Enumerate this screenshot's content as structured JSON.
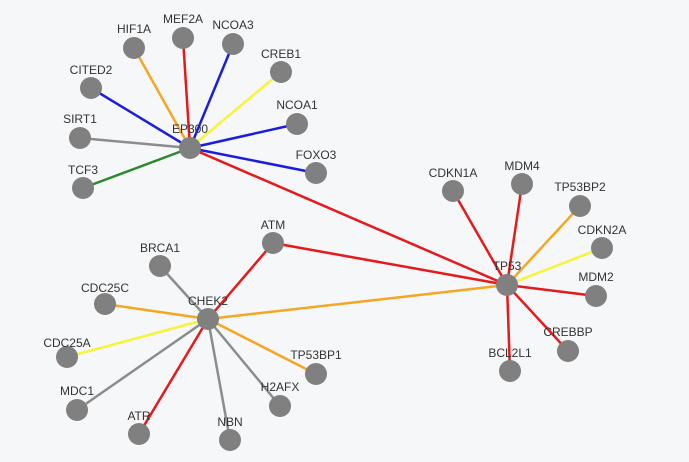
{
  "colors": {
    "background": "#f6f7f9",
    "node": "#808080",
    "label": "#333333",
    "edge_red": "#e41a1c",
    "edge_blue": "#1c1cdc",
    "edge_orange": "#f5a623",
    "edge_yellow": "#f5f53a",
    "edge_gray": "#8c8c8c",
    "edge_green": "#2a8a2a"
  },
  "nodes": [
    {
      "id": "EP300",
      "label": "EP300",
      "hub": true
    },
    {
      "id": "HIF1A",
      "label": "HIF1A"
    },
    {
      "id": "MEF2A",
      "label": "MEF2A"
    },
    {
      "id": "NCOA3",
      "label": "NCOA3"
    },
    {
      "id": "CREB1",
      "label": "CREB1"
    },
    {
      "id": "CITED2",
      "label": "CITED2"
    },
    {
      "id": "NCOA1",
      "label": "NCOA1"
    },
    {
      "id": "SIRT1",
      "label": "SIRT1"
    },
    {
      "id": "FOXO3",
      "label": "FOXO3"
    },
    {
      "id": "TCF3",
      "label": "TCF3"
    },
    {
      "id": "TP53",
      "label": "TP53",
      "hub": true
    },
    {
      "id": "CDKN1A",
      "label": "CDKN1A"
    },
    {
      "id": "MDM4",
      "label": "MDM4"
    },
    {
      "id": "TP53BP2",
      "label": "TP53BP2"
    },
    {
      "id": "CDKN2A",
      "label": "CDKN2A"
    },
    {
      "id": "MDM2",
      "label": "MDM2"
    },
    {
      "id": "CREBBP",
      "label": "CREBBP"
    },
    {
      "id": "BCL2L1",
      "label": "BCL2L1"
    },
    {
      "id": "ATM",
      "label": "ATM"
    },
    {
      "id": "CHEK2",
      "label": "CHEK2",
      "hub": true
    },
    {
      "id": "BRCA1",
      "label": "BRCA1"
    },
    {
      "id": "CDC25C",
      "label": "CDC25C"
    },
    {
      "id": "CDC25A",
      "label": "CDC25A"
    },
    {
      "id": "MDC1",
      "label": "MDC1"
    },
    {
      "id": "ATR",
      "label": "ATR"
    },
    {
      "id": "NBN",
      "label": "NBN"
    },
    {
      "id": "H2AFX",
      "label": "H2AFX"
    },
    {
      "id": "TP53BP1",
      "label": "TP53BP1"
    }
  ],
  "edges": [
    {
      "source": "EP300",
      "target": "HIF1A",
      "color": "orange"
    },
    {
      "source": "EP300",
      "target": "MEF2A",
      "color": "red"
    },
    {
      "source": "EP300",
      "target": "NCOA3",
      "color": "blue"
    },
    {
      "source": "EP300",
      "target": "CREB1",
      "color": "yellow"
    },
    {
      "source": "EP300",
      "target": "CITED2",
      "color": "blue"
    },
    {
      "source": "EP300",
      "target": "NCOA1",
      "color": "blue"
    },
    {
      "source": "EP300",
      "target": "SIRT1",
      "color": "gray"
    },
    {
      "source": "EP300",
      "target": "FOXO3",
      "color": "blue"
    },
    {
      "source": "EP300",
      "target": "TCF3",
      "color": "green"
    },
    {
      "source": "EP300",
      "target": "TP53",
      "color": "red"
    },
    {
      "source": "TP53",
      "target": "CDKN1A",
      "color": "red"
    },
    {
      "source": "TP53",
      "target": "MDM4",
      "color": "red"
    },
    {
      "source": "TP53",
      "target": "TP53BP2",
      "color": "orange"
    },
    {
      "source": "TP53",
      "target": "CDKN2A",
      "color": "yellow"
    },
    {
      "source": "TP53",
      "target": "MDM2",
      "color": "red"
    },
    {
      "source": "TP53",
      "target": "CREBBP",
      "color": "red"
    },
    {
      "source": "TP53",
      "target": "BCL2L1",
      "color": "red"
    },
    {
      "source": "TP53",
      "target": "ATM",
      "color": "red"
    },
    {
      "source": "TP53",
      "target": "CHEK2",
      "color": "orange"
    },
    {
      "source": "CHEK2",
      "target": "ATM",
      "color": "red"
    },
    {
      "source": "CHEK2",
      "target": "BRCA1",
      "color": "gray"
    },
    {
      "source": "CHEK2",
      "target": "CDC25C",
      "color": "orange"
    },
    {
      "source": "CHEK2",
      "target": "CDC25A",
      "color": "yellow"
    },
    {
      "source": "CHEK2",
      "target": "MDC1",
      "color": "gray"
    },
    {
      "source": "CHEK2",
      "target": "ATR",
      "color": "red"
    },
    {
      "source": "CHEK2",
      "target": "NBN",
      "color": "gray"
    },
    {
      "source": "CHEK2",
      "target": "H2AFX",
      "color": "gray"
    },
    {
      "source": "CHEK2",
      "target": "TP53BP1",
      "color": "orange"
    }
  ]
}
